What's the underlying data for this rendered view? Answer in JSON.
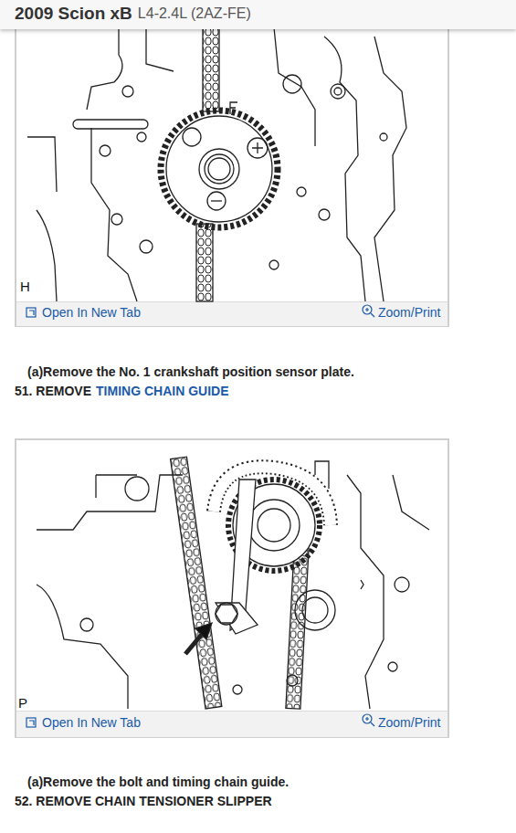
{
  "diagram": {
    "title": "2009 Scion xB",
    "labels": [
      "L4-2.4L (2AZ-FE)",
      "H",
      "Open In New Tab",
      "Zoom/Print",
      "(a)Remove the No. 1 crankshaft position sensor plate.",
      "51. REMOVE",
      "TIMING CHAIN GUIDE",
      "P",
      "Open In New Tab",
      "Zoom/Print",
      "(a)Remove the bolt and timing chain guide.",
      "52. REMOVE CHAIN TENSIONER SLIPPER"
    ]
  }
}
